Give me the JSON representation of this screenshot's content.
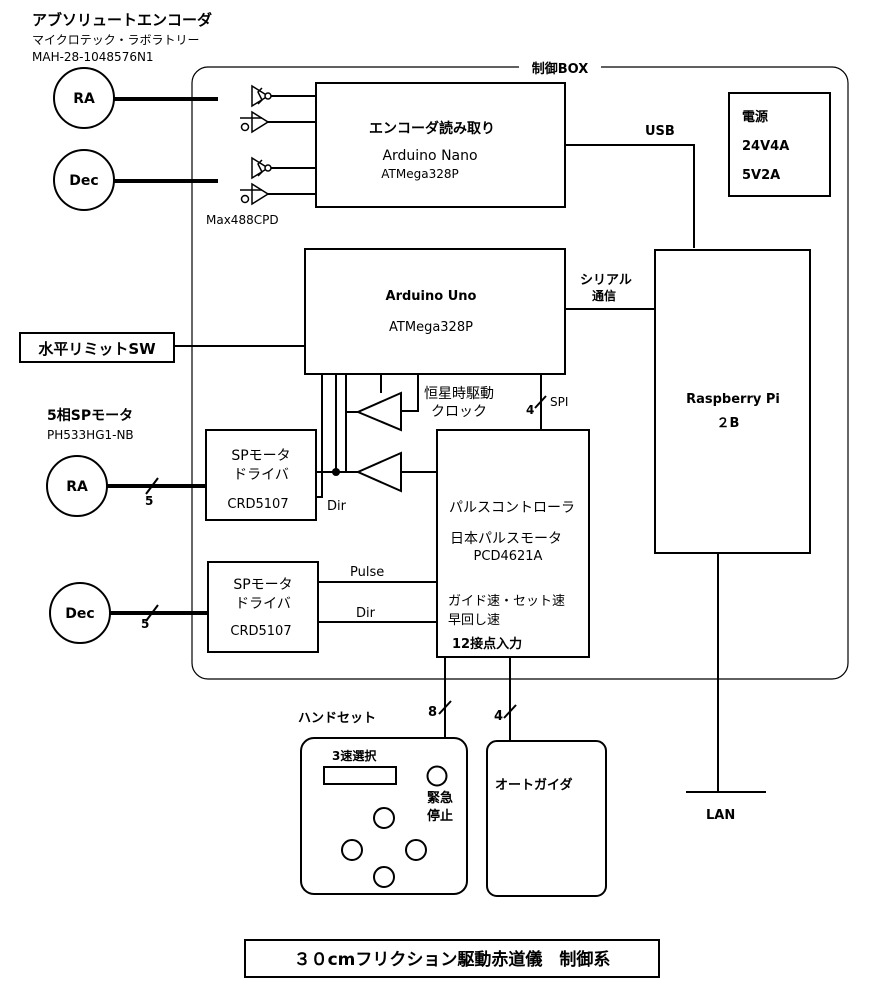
{
  "encoder": {
    "title": "アブソリュートエンコーダ",
    "maker": "マイクロテック・ラボラトリー",
    "model": "MAH-28-1048576N1",
    "chip": "Max488CPD"
  },
  "axes": {
    "ra": "RA",
    "dec": "Dec"
  },
  "control_box": {
    "label": "制御BOX"
  },
  "encoder_reader": {
    "title": "エンコーダ読み取り",
    "board": "Arduino Nano",
    "mcu": "ATMega328P"
  },
  "usb_label": "USB",
  "power": {
    "title": "電源",
    "line1": "24V4A",
    "line2": "5V2A"
  },
  "arduino_uno": {
    "title": "Arduino Uno",
    "mcu": "ATMega328P"
  },
  "serial_label": {
    "line1": "シリアル",
    "line2": "通信"
  },
  "raspberry_pi": {
    "title": "Raspberry Pi",
    "model": "２B"
  },
  "limit_switch": "水平リミットSW",
  "motor": {
    "title": "5相SPモータ",
    "model": "PH533HG1-NB"
  },
  "driver": {
    "line1": "SPモータ",
    "line2": "ドライバ",
    "model": "CRD5107"
  },
  "sidereal_clock": {
    "line1": "恒星時駆動",
    "line2": "クロック"
  },
  "spi": {
    "count": "4",
    "label": "SPI"
  },
  "signals": {
    "dir": "Dir",
    "pulse": "Pulse"
  },
  "pulse_controller": {
    "title": "パルスコントローラ",
    "maker": "日本パルスモータ",
    "model": "PCD4621A",
    "speeds1": "ガイド速・セット速",
    "speeds2": "早回し速",
    "inputs": "12接点入力"
  },
  "bus_counts": {
    "motor": "5",
    "handset": "8",
    "autoguider": "4"
  },
  "handset": {
    "title": "ハンドセット",
    "selector": "3速選択",
    "estop1": "緊急",
    "estop2": "停止"
  },
  "autoguider": "オートガイダ",
  "lan": "LAN",
  "diagram_title": "３０cmフリクション駆動赤道儀　制御系"
}
